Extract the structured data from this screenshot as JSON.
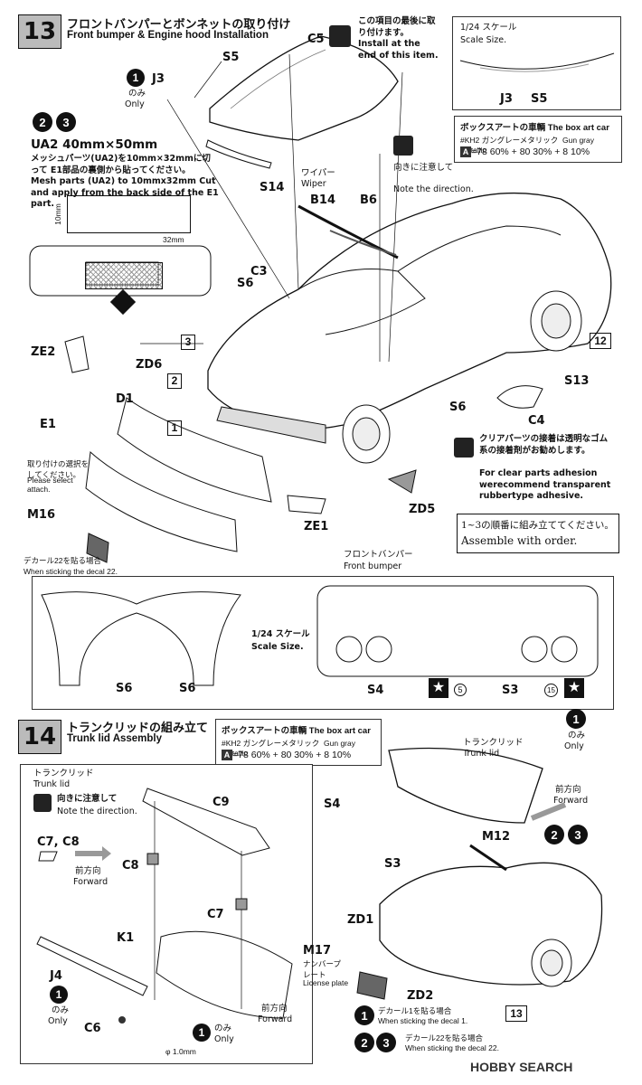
{
  "step13": {
    "number": "13",
    "title_jp": "フロントバンパーとボンネットの取り付け",
    "title_en": "Front bumper & Engine hood Installation",
    "note_last_jp": "この項目の最後に取り付けます。",
    "note_last_en": "Install at the end of this item.",
    "scale_title_jp": "1/24 スケール",
    "scale_title_en": "Scale Size.",
    "boxart_jp": "ボックスアートの車輌",
    "boxart_en": "The box art car",
    "paint_name_jp": "#KH2 ガングレーメタリック",
    "paint_name_en": "Gun gray metallic",
    "paint_mix": "=78 60% + 80 30% + 8 10%",
    "only_jp": "のみ",
    "only_en": "Only",
    "mesh_title": "UA2 40mm×50mm",
    "mesh_jp": "メッシュパーツ(UA2)を10mm×32mmに切って E1部品の裏側から貼ってください。",
    "mesh_en": "Mesh parts (UA2) to 10mmx32mm Cut and apply from the back side of the E1 part.",
    "dim_10": "10mm",
    "dim_32": "32mm",
    "wiper_jp": "ワイパー",
    "wiper_en": "Wiper",
    "direction_jp": "向きに注意して",
    "direction_en": "Note the direction.",
    "clear_jp": "クリアパーツの接着は透明なゴム系の接着剤がお勧めします。",
    "clear_en": "For clear parts adhesion werecommend transparent rubbertype adhesive.",
    "order_jp": "1~3の順番に組み立ててください。",
    "order_en": "Assemble with order.",
    "select_jp": "取り付けの選択をしてください。",
    "select_en": "Please select attach.",
    "decal22_jp": "デカール22を貼る場合",
    "decal22_en": "When sticking the decal 22.",
    "front_bumper_jp": "フロントバンパー",
    "front_bumper_en": "Front bumper",
    "parts": [
      "C5",
      "S5",
      "J3",
      "S14",
      "B14",
      "B6",
      "C3",
      "S6",
      "ZE2",
      "ZD6",
      "D1",
      "E1",
      "M16",
      "ZE1",
      "ZD5",
      "S13",
      "C4",
      "S6"
    ],
    "refs": [
      "12"
    ]
  },
  "scale_view": {
    "title_jp": "1/24 スケール",
    "title_en": "Scale Size.",
    "parts": [
      "S6",
      "S6",
      "S4",
      "S3"
    ],
    "decals": [
      "5",
      "15"
    ]
  },
  "step14": {
    "number": "14",
    "title_jp": "トランクリッドの組み立て",
    "title_en": "Trunk lid Assembly",
    "boxart_jp": "ボックスアートの車輌",
    "boxart_en": "The box art car",
    "paint_name_jp": "#KH2 ガングレーメタリック",
    "paint_name_en": "Gun gray metallic",
    "paint_mix": "=78 60% + 80 30% + 8 10%",
    "trunk_jp": "トランクリッド",
    "trunk_en": "Trunk lid",
    "direction_jp": "向きに注意して",
    "direction_en": "Note the direction.",
    "forward_jp": "前方向",
    "forward_en": "Forward",
    "license_jp": "ナンバープレート",
    "license_en": "License plate",
    "decal1_jp": "デカール1を貼る場合",
    "decal1_en": "When sticking the decal 1.",
    "decal22_jp": "デカール22を貼る場合",
    "decal22_en": "When sticking the decal 22.",
    "drill": "φ 1.0mm",
    "only_jp": "のみ",
    "only_en": "Only",
    "parts": [
      "C9",
      "C7, C8",
      "C8",
      "C7",
      "K1",
      "J4",
      "C6",
      "S4",
      "S3",
      "M12",
      "ZD1",
      "M17",
      "ZD2"
    ],
    "refs": [
      "13"
    ]
  },
  "watermark": "HOBBY SEARCH",
  "colors": {
    "ink": "#111111",
    "tag": "#333333",
    "panel": "#bbbbbb"
  }
}
